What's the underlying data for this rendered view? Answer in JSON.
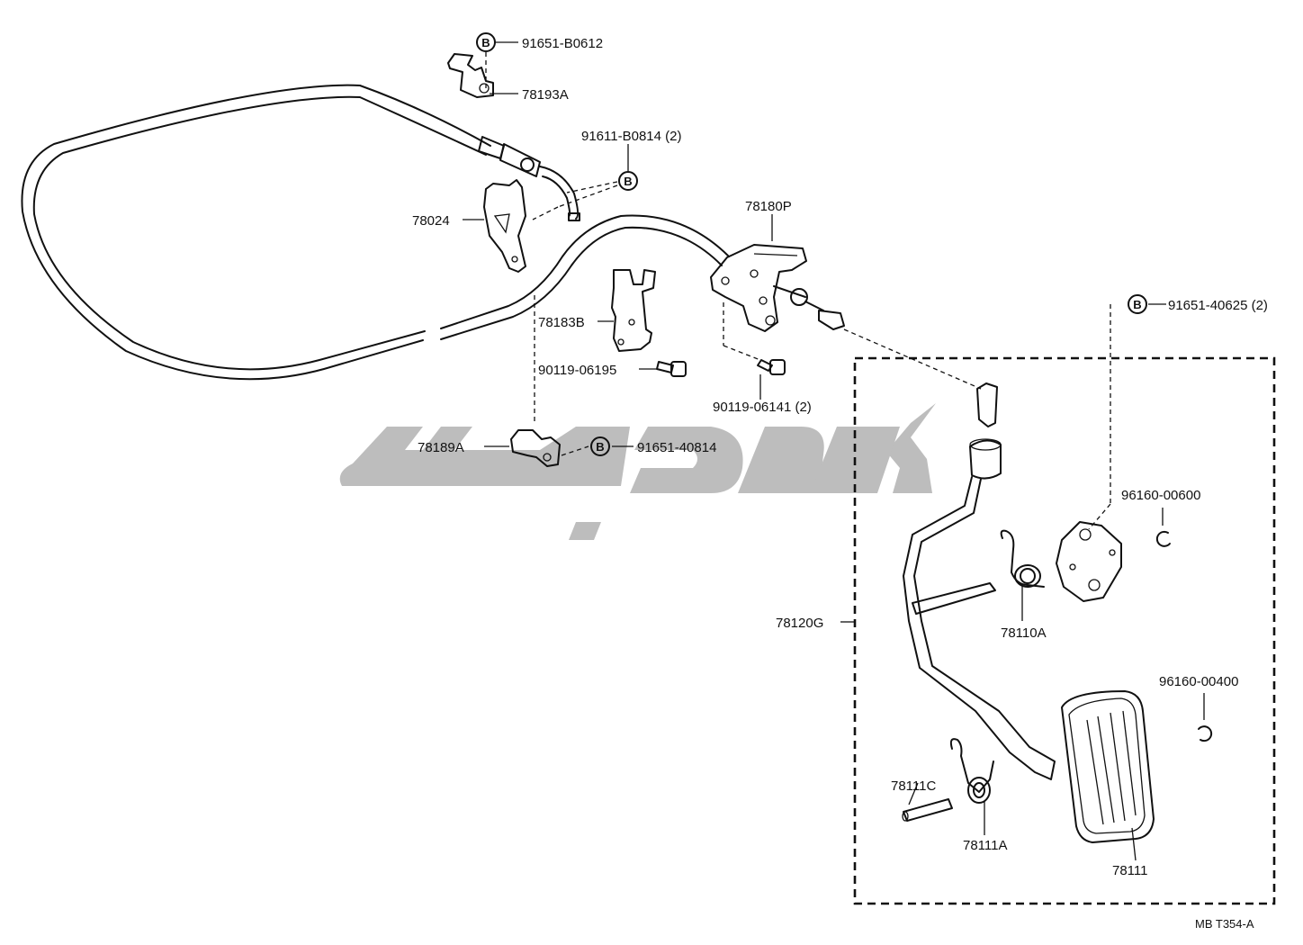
{
  "parts": {
    "p91651_B0612": "91651-B0612",
    "p78193A": "78193A",
    "p91611_B0814": "91611-B0814 (2)",
    "p78024": "78024",
    "p78180P": "78180P",
    "p91651_40625": "91651-40625 (2)",
    "p78183B": "78183B",
    "p90119_06195": "90119-06195",
    "p90119_06141": "90119-06141 (2)",
    "p78189A": "78189A",
    "p91651_40814": "91651-40814",
    "p96160_00600": "96160-00600",
    "p78110A": "78110A",
    "p78120G": "78120G",
    "p96160_00400": "96160-00400",
    "p78111C": "78111C",
    "p78111A": "78111A",
    "p78111": "78111"
  },
  "bolt_marker": "B",
  "diagram_code": "MB T354-A",
  "colors": {
    "line": "#111111",
    "watermark": "#bdbdbd",
    "background": "#ffffff"
  }
}
